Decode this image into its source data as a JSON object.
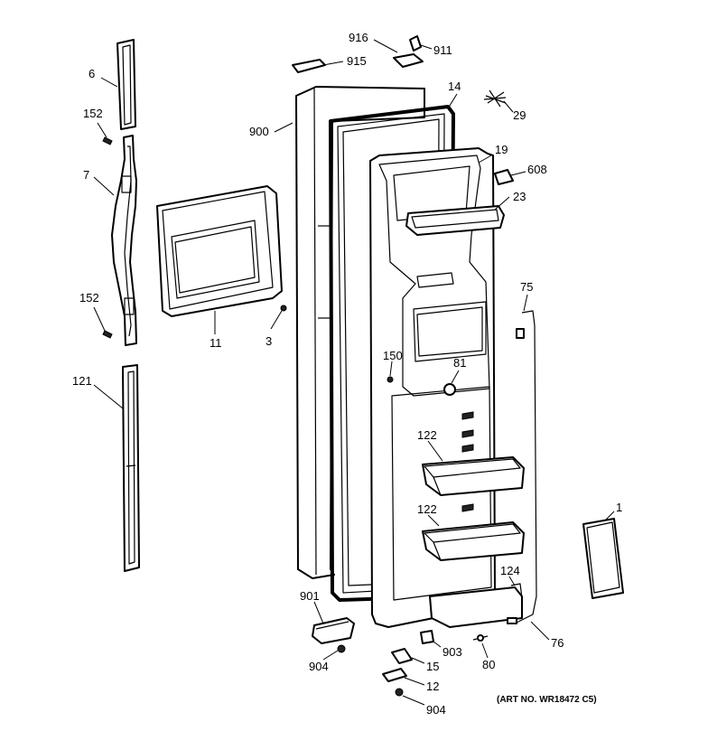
{
  "parts": [
    {
      "id": "p6",
      "label": "6"
    },
    {
      "id": "p152a",
      "label": "152"
    },
    {
      "id": "p7",
      "label": "7"
    },
    {
      "id": "p152b",
      "label": "152"
    },
    {
      "id": "p121",
      "label": "121"
    },
    {
      "id": "p11",
      "label": "11"
    },
    {
      "id": "p3",
      "label": "3"
    },
    {
      "id": "p900",
      "label": "900"
    },
    {
      "id": "p915",
      "label": "915"
    },
    {
      "id": "p916",
      "label": "916"
    },
    {
      "id": "p911",
      "label": "911"
    },
    {
      "id": "p14",
      "label": "14"
    },
    {
      "id": "p29",
      "label": "29"
    },
    {
      "id": "p19",
      "label": "19"
    },
    {
      "id": "p608",
      "label": "608"
    },
    {
      "id": "p23",
      "label": "23"
    },
    {
      "id": "p75",
      "label": "75"
    },
    {
      "id": "p150",
      "label": "150"
    },
    {
      "id": "p81",
      "label": "81"
    },
    {
      "id": "p122a",
      "label": "122"
    },
    {
      "id": "p122b",
      "label": "122"
    },
    {
      "id": "p124",
      "label": "124"
    },
    {
      "id": "p1",
      "label": "1"
    },
    {
      "id": "p901",
      "label": "901"
    },
    {
      "id": "p904a",
      "label": "904"
    },
    {
      "id": "p903",
      "label": "903"
    },
    {
      "id": "p80",
      "label": "80"
    },
    {
      "id": "p76",
      "label": "76"
    },
    {
      "id": "p15",
      "label": "15"
    },
    {
      "id": "p12",
      "label": "12"
    },
    {
      "id": "p904b",
      "label": "904"
    }
  ],
  "art_number": "(ART NO. WR18472 C5)"
}
